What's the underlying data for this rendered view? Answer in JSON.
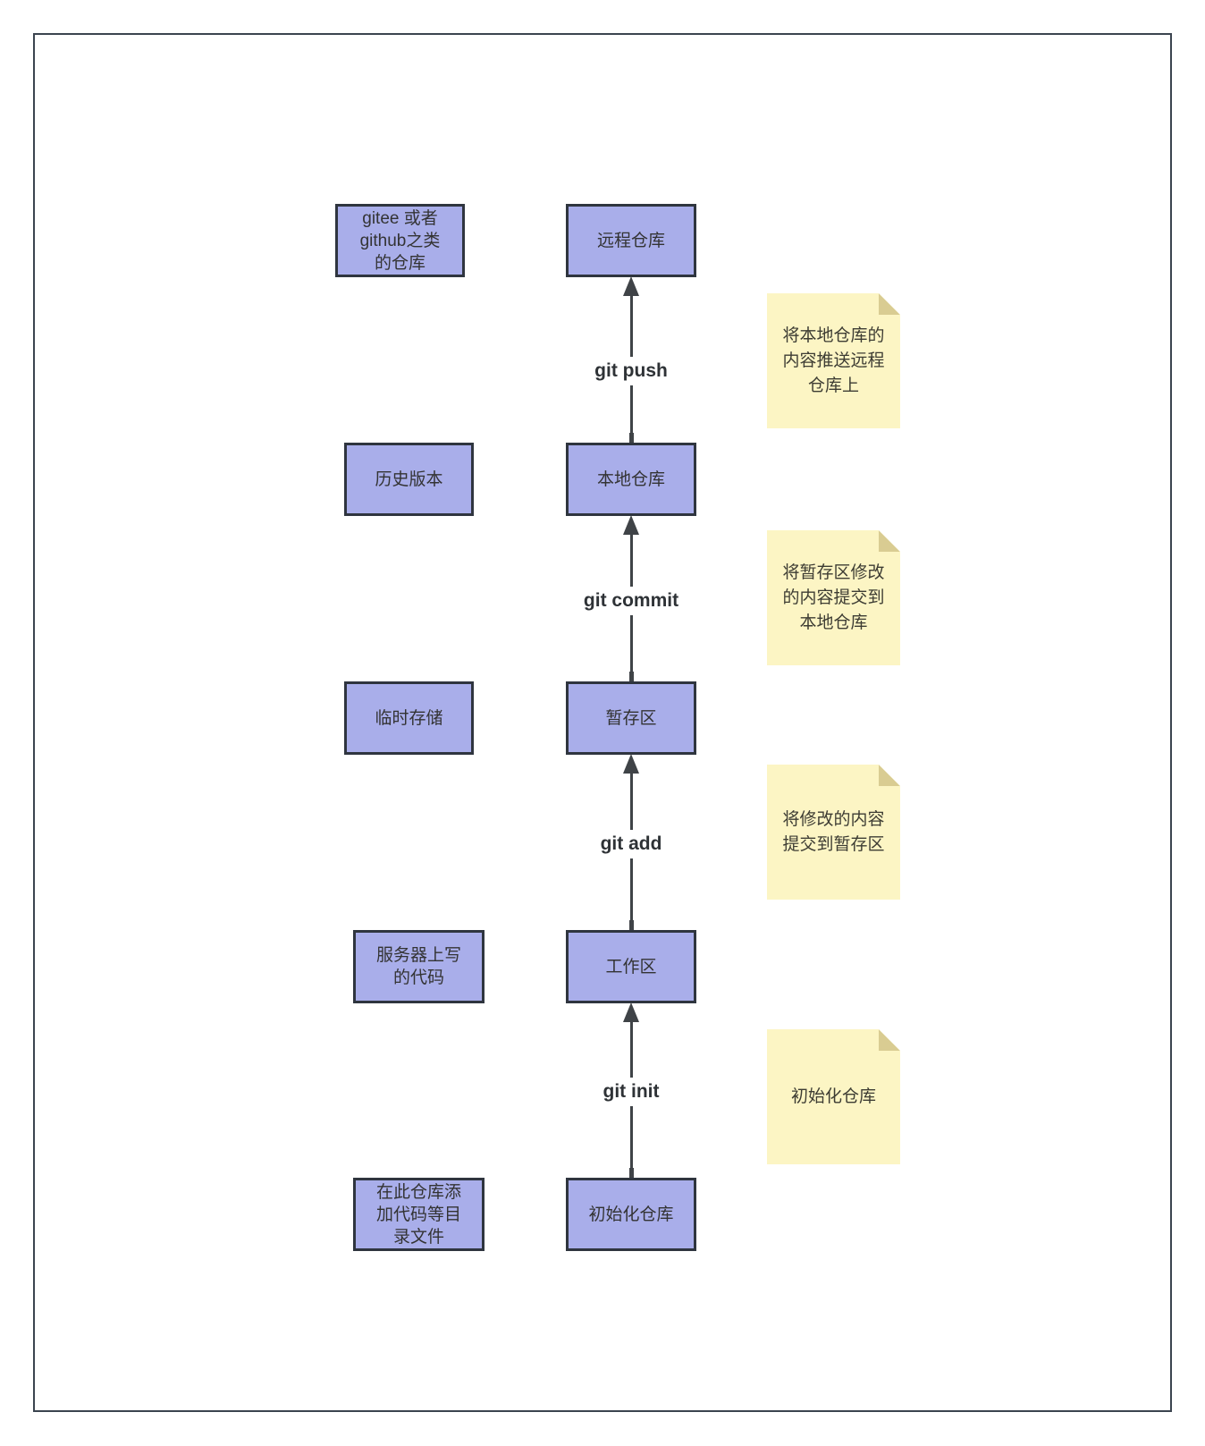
{
  "colors": {
    "node_fill": "#a9aeea",
    "node_border": "#2f353f",
    "node_text": "#333333",
    "note_fill": "#fcf5c4",
    "note_fold": "#d9cc92",
    "note_text": "#3d3c33",
    "arrow": "#3f4347",
    "arrow_label_text": "#2e3236",
    "frame_border": "#3b444f",
    "background": "#ffffff"
  },
  "nodes": {
    "left": [
      {
        "label": "gitee 或者\ngithub之类\n的仓库"
      },
      {
        "label": "历史版本"
      },
      {
        "label": "临时存储"
      },
      {
        "label": "服务器上写\n的代码"
      },
      {
        "label": "在此仓库添\n加代码等目\n录文件"
      }
    ],
    "center": [
      {
        "label": "远程仓库"
      },
      {
        "label": "本地仓库"
      },
      {
        "label": "暂存区"
      },
      {
        "label": "工作区"
      },
      {
        "label": "初始化仓库"
      }
    ]
  },
  "arrows": [
    {
      "label": "git push"
    },
    {
      "label": "git commit"
    },
    {
      "label": "git add"
    },
    {
      "label": "git init"
    }
  ],
  "notes": [
    {
      "text": "将本地仓库的\n内容推送远程\n仓库上"
    },
    {
      "text": "将暂存区修改\n的内容提交到\n本地仓库"
    },
    {
      "text": "将修改的内容\n提交到暂存区"
    },
    {
      "text": "初始化仓库"
    }
  ]
}
